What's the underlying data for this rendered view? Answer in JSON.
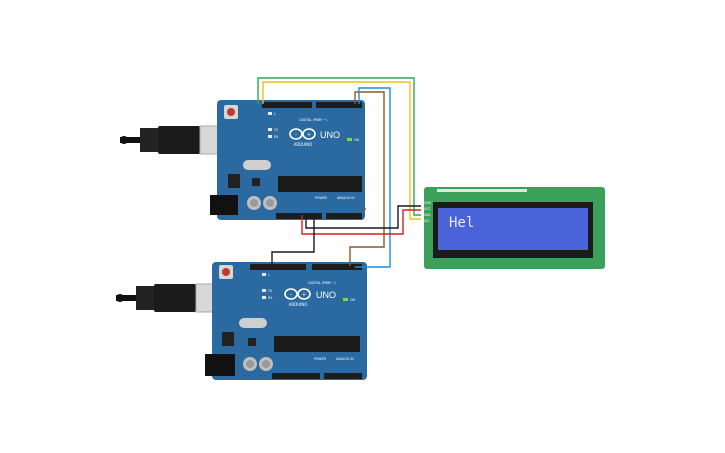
{
  "boards": [
    {
      "brand": "ARDUINO",
      "model": "UNO",
      "digital_label": "DIGITAL (PWM ~)",
      "power_label": "POWER",
      "analog_label": "ANALOG IN",
      "tx": "TX",
      "rx": "RX",
      "l": "L",
      "on": "ON"
    },
    {
      "brand": "ARDUINO",
      "model": "UNO",
      "digital_label": "DIGITAL (PWM ~)",
      "power_label": "POWER",
      "analog_label": "ANALOG IN",
      "tx": "TX",
      "rx": "RX",
      "l": "L",
      "on": "ON"
    }
  ],
  "lcd": {
    "display_text": "Hel",
    "pin_labels": [
      "GND",
      "VCC",
      "SDA",
      "SCL"
    ],
    "backlight_color": "#4a63d8"
  },
  "wire_colors": {
    "green": "#2fa84f",
    "yellow": "#e8c21a",
    "brown": "#8a5a2b",
    "blue": "#1c8fd6",
    "black": "#1a1a1a",
    "red": "#d42020",
    "orange": "#e07a1a"
  },
  "board_color": "#2a6aa0",
  "lcd_pcb_color": "#3aa05a"
}
